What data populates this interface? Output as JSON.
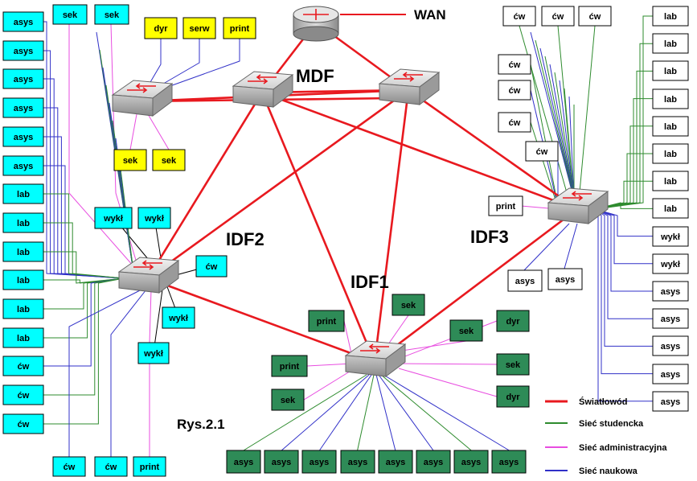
{
  "labels": {
    "mdf": "MDF",
    "idf1": "IDF1",
    "idf2": "IDF2",
    "idf3": "IDF3",
    "wan": "WAN",
    "caption": "Rys.2.1"
  },
  "legend": [
    {
      "label": "Światłowód",
      "color": "#e8191f"
    },
    {
      "label": "Sieć studencka",
      "color": "#2e8b2e"
    },
    {
      "label": "Sieć administracyjna",
      "color": "#e84de0"
    },
    {
      "label": "Sieć naukowa",
      "color": "#3030c8"
    }
  ],
  "colors": {
    "fiber": "#e8191f",
    "student": "#2e8b2e",
    "admin": "#e84de0",
    "science": "#3030c8",
    "black": "#000000",
    "cyan": "#00ffff",
    "yellow": "#ffff00",
    "green": "#2e8b57",
    "white": "#ffffff"
  },
  "devices": {
    "router": "router-icon",
    "switch": "switch-icon"
  },
  "idf2_left": [
    "asys",
    "asys",
    "asys",
    "asys",
    "asys",
    "asys",
    "lab",
    "lab",
    "lab",
    "lab",
    "lab",
    "lab",
    "ćw",
    "ćw",
    "ćw"
  ],
  "idf2_top": [
    "sek",
    "sek"
  ],
  "idf2_right": [
    "wykł",
    "wykł",
    "ćw",
    "wykł",
    "wykł"
  ],
  "idf2_bottom": [
    "ćw",
    "ćw",
    "print"
  ],
  "admin_top": [
    "dyr",
    "serw",
    "print"
  ],
  "admin_bottom": [
    "sek",
    "sek"
  ],
  "idf3_top": [
    "ćw",
    "ćw",
    "ćw"
  ],
  "idf3_left": [
    "ćw",
    "ćw",
    "ćw",
    "ćw",
    "print"
  ],
  "idf3_right": [
    "lab",
    "lab",
    "lab",
    "lab",
    "lab",
    "lab",
    "lab",
    "lab",
    "wykł",
    "wykł",
    "asys",
    "asys",
    "asys",
    "asys",
    "asys"
  ],
  "idf3_bottom": [
    "asys",
    "asys"
  ],
  "idf1_left": [
    "print",
    "print",
    "sek"
  ],
  "idf1_top": [
    "sek",
    "sek"
  ],
  "idf1_right": [
    "dyr",
    "sek",
    "dyr"
  ],
  "idf1_bottom": [
    "asys",
    "asys",
    "asys",
    "asys",
    "asys",
    "asys",
    "asys",
    "asys"
  ]
}
